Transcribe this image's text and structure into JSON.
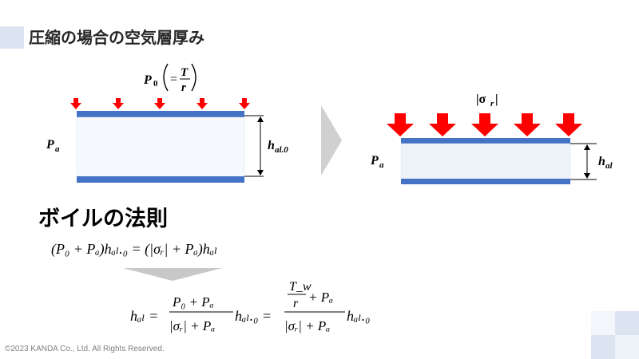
{
  "header": {
    "title": "圧縮の場合の空気層厚み"
  },
  "section": {
    "title": "ボイルの法則"
  },
  "footer": {
    "copyright": "©2023 KANDA Co., Ltd. All Rights Reserved."
  },
  "left_diagram": {
    "pressure_top": "P",
    "pressure_top_sub": "0",
    "pressure_top_eq": "=",
    "pressure_top_num": "T",
    "pressure_top_den": "r",
    "ambient": "P",
    "ambient_sub": "a",
    "height": "h",
    "height_sub": "al.0"
  },
  "right_diagram": {
    "stress_label": "|σ",
    "stress_sub": "r",
    "stress_close": "|",
    "ambient": "P",
    "ambient_sub": "a",
    "height": "h",
    "height_sub": "al"
  },
  "equations": {
    "boyle": "(P₀ + Pₐ)hₐₗ.₀ = (|σᵣ| + Pₐ)hₐₗ",
    "result_lhs": "hₐₗ =",
    "frac1_num": "P₀ + Pₐ",
    "frac1_den": "|σᵣ| + Pₐ",
    "mid_factor": "hₐₗ.₀ =",
    "frac2_num_top": "T_w",
    "frac2_num_over": "r",
    "frac2_num_tail": "+ Pₐ",
    "frac2_den": "|σᵣ| + Pₐ",
    "end_factor": "hₐₗ.₀"
  },
  "colors": {
    "arrow": "#ff0000",
    "plate": "#4472c4",
    "layer_fill": "#eef3fa",
    "chevron": "#d0d0d0",
    "accent": "#dce3f1"
  }
}
